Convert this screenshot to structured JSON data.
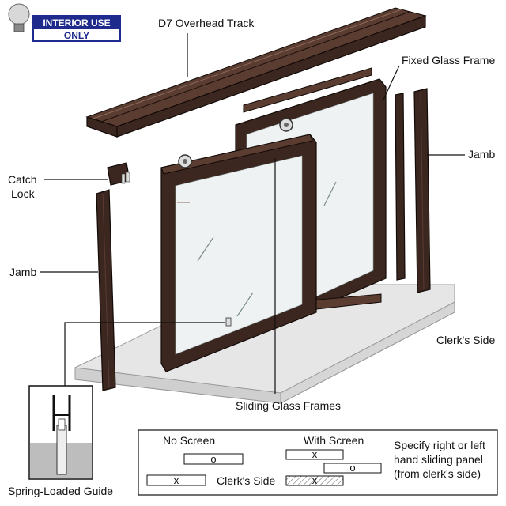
{
  "badge": {
    "line1": "INTERIOR USE",
    "line2": "ONLY"
  },
  "labels": {
    "overhead_track": "D7 Overhead Track",
    "fixed_glass_frame": "Fixed Glass Frame",
    "jamb_right": "Jamb",
    "catch_lock_1": "Catch",
    "catch_lock_2": "Lock",
    "jamb_left": "Jamb",
    "clerks_side": "Clerk's Side",
    "sliding_glass_frames": "Sliding Glass Frames",
    "spring_loaded_guide": "Spring-Loaded Guide"
  },
  "legend": {
    "no_screen": "No Screen",
    "with_screen": "With Screen",
    "clerks_side": "Clerk's Side",
    "note_line1": "Specify right or left",
    "note_line2": "hand sliding panel",
    "note_line3": "(from clerk's side)",
    "mark_o": "o",
    "mark_x": "x"
  },
  "colors": {
    "badge_blue": "#1e2a8c",
    "frame_bronze": "#3b2620"
  }
}
